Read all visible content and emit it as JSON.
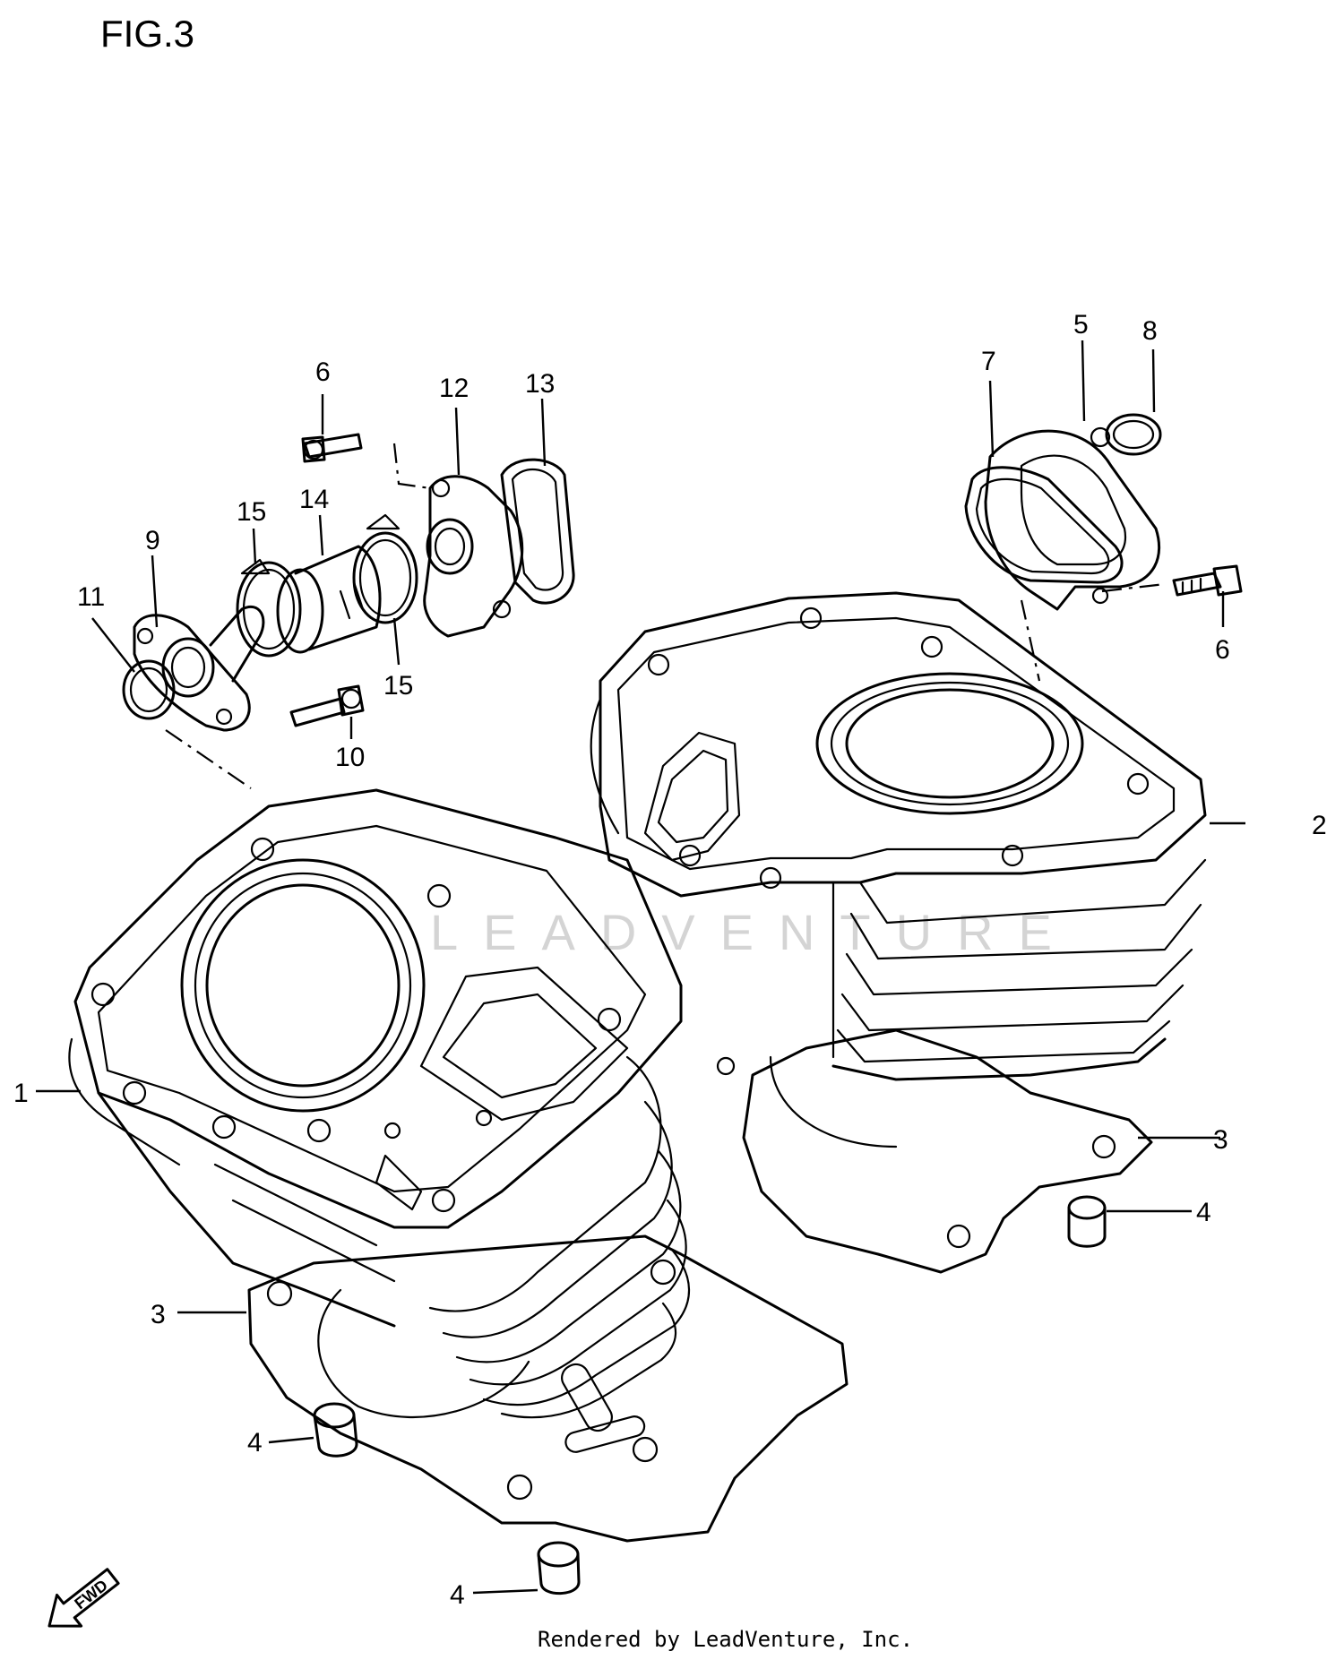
{
  "figure": {
    "title": "FIG.3"
  },
  "watermark": "LEADVENTURE",
  "footer": {
    "credit": "Rendered by LeadVenture, Inc."
  },
  "direction_marker": {
    "label": "FWD",
    "icon": "fwd-arrow-icon"
  },
  "callouts": {
    "c1": "1",
    "c2": "2",
    "c3a": "3",
    "c3b": "3",
    "c4a": "4",
    "c4b": "4",
    "c4c": "4",
    "c5": "5",
    "c6a": "6",
    "c6b": "6",
    "c7": "7",
    "c8": "8",
    "c9": "9",
    "c10": "10",
    "c11": "11",
    "c12": "12",
    "c13": "13",
    "c14": "14",
    "c15a": "15",
    "c15b": "15"
  }
}
